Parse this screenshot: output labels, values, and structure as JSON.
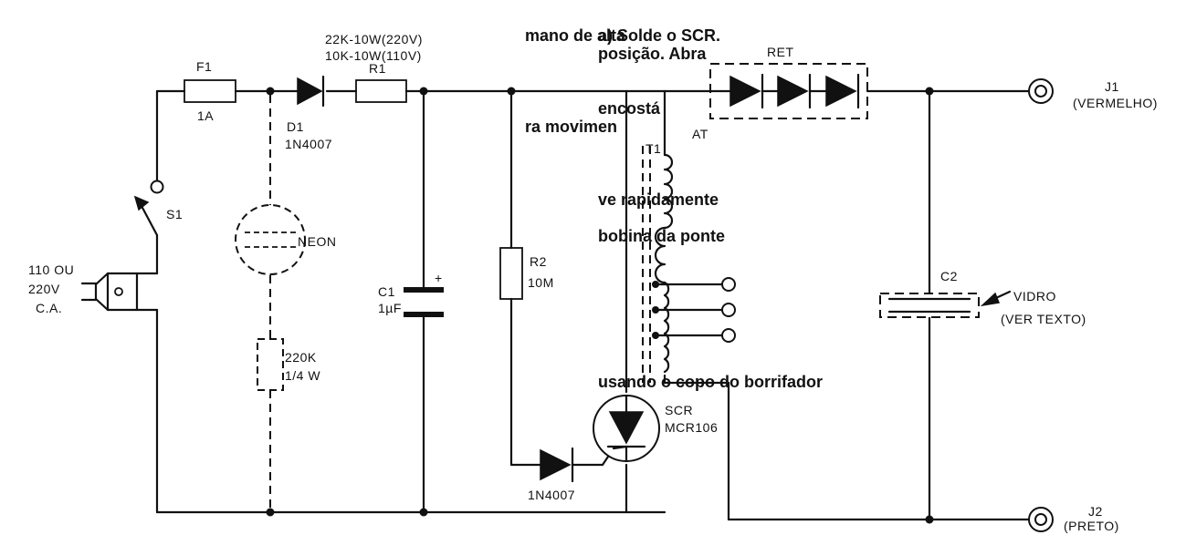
{
  "components": {
    "f1": {
      "ref": "F1",
      "value": "1A"
    },
    "r1": {
      "ref": "R1",
      "value_220": "22K-10W(220V)",
      "value_110": "10K-10W(110V)"
    },
    "d1": {
      "ref": "D1",
      "value": "1N4007"
    },
    "s1": {
      "ref": "S1"
    },
    "neon": {
      "ref": "NEON"
    },
    "r_neon": {
      "value": "220K",
      "power": "1/4 W"
    },
    "c1": {
      "ref": "C1",
      "value": "1µF",
      "polarity": "+"
    },
    "r2": {
      "ref": "R2",
      "value": "10M"
    },
    "d2": {
      "value": "1N4007"
    },
    "scr": {
      "ref": "SCR",
      "value": "MCR106"
    },
    "t1": {
      "ref": "T1",
      "winding": "AT"
    },
    "ret": {
      "ref": "RET"
    },
    "c2": {
      "ref": "C2",
      "note": "VIDRO",
      "note2": "(VER TEXTO)"
    },
    "j1": {
      "ref": "J1",
      "color": "(VERMELHO)"
    },
    "j2": {
      "ref": "J2",
      "color": "(PRETO)"
    },
    "plug": {
      "line1": "110 OU",
      "line2": "220V",
      "line3": "C.A."
    }
  },
  "background_text": [
    "a) Solde o SCR.",
    "posição. Abra",
    "mano de alta",
    "encostá",
    "ra movimen",
    "ve rapidamente",
    "bobina da ponte",
    "usando o copo do borrifador"
  ],
  "colors": {
    "ink": "#111111",
    "paper": "#ffffff",
    "bleed": "#b9b9b9"
  }
}
